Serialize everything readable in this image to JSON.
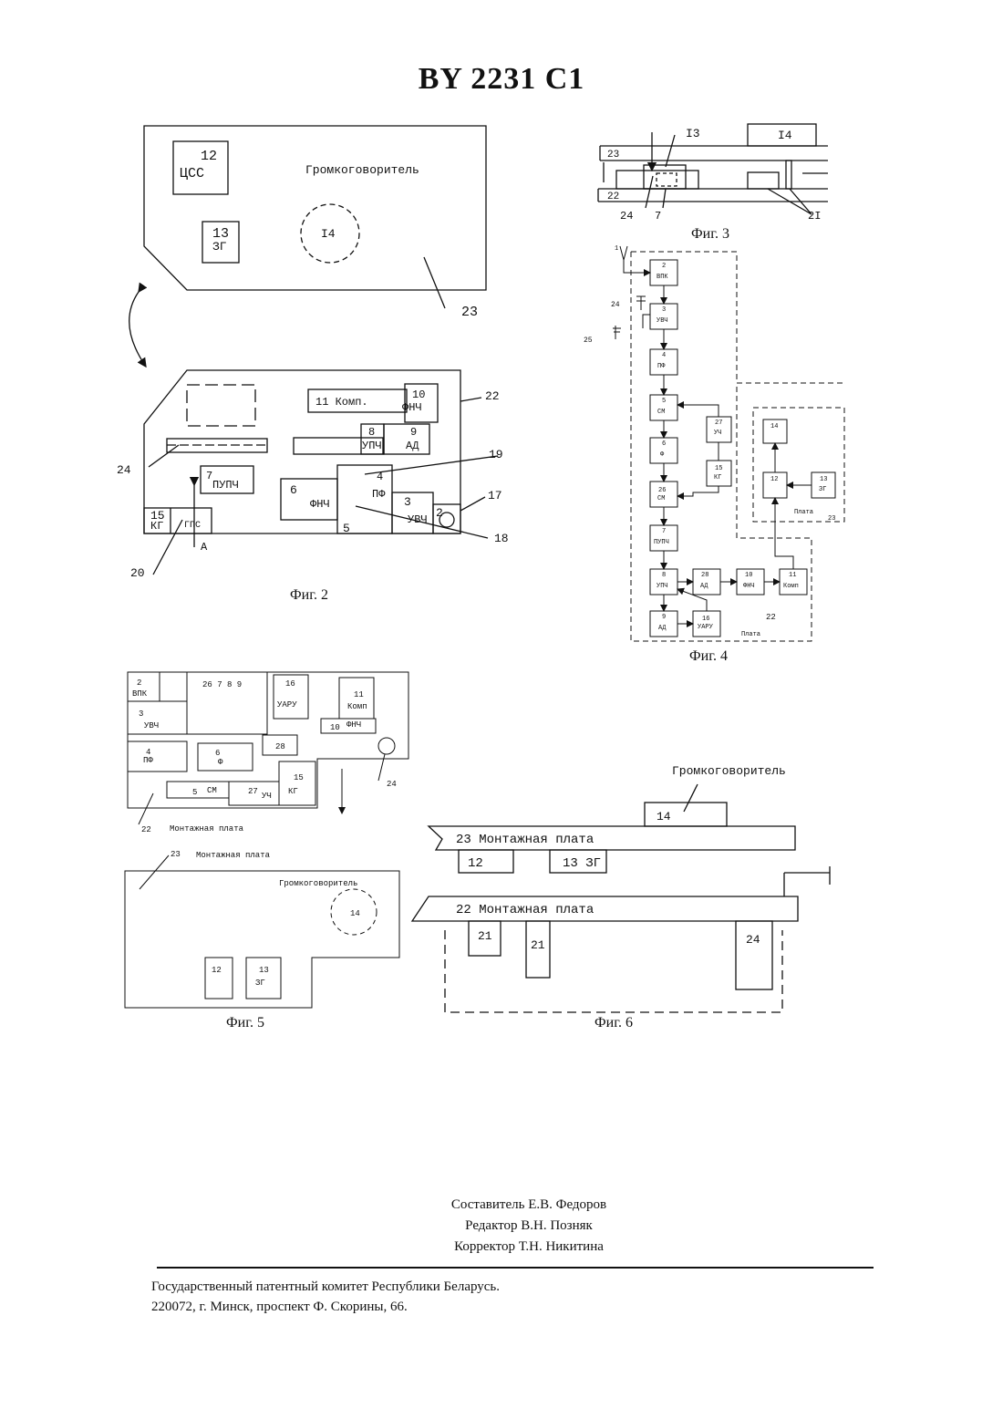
{
  "header": {
    "doc_id": "BY  2231  C1"
  },
  "fig2": {
    "caption": "Фиг. 2",
    "upper": {
      "b12_num": "12",
      "b12_lbl": "ЦСС",
      "speaker": "Громкоговоритель",
      "i14": "I4",
      "b13_num": "13",
      "b13_lbl": "ЗГ",
      "ref23": "23"
    },
    "lower": {
      "b11": "11  Комп.",
      "b10_num": "10",
      "b10_lbl": "ФНЧ",
      "ref22": "22",
      "b8_num": "8",
      "b8_lbl": "УПЧ",
      "b9_num": "9",
      "b9_lbl": "АД",
      "ref24": "24",
      "ref19": "19",
      "b7_num": "7",
      "b7_lbl": "ПУПЧ",
      "b6_num": "6",
      "b6_lbl": "ФНЧ",
      "b4_num": "4",
      "b4_lbl": "ПФ",
      "b3_num": "3",
      "b3_lbl": "УВЧ",
      "b2_num": "2",
      "ref17": "17",
      "b15_num": "15",
      "b15_lbl": "КГ",
      "b16_lbl": "ГПС",
      "b5_num": "5",
      "arrowA": "A",
      "ref18": "18",
      "ref20": "20"
    }
  },
  "fig3": {
    "caption": "Фиг. 3",
    "i13": "I3",
    "i14": "I4",
    "r23": "23",
    "r22": "22",
    "r24": "24",
    "r7": "7",
    "r21": "2I"
  },
  "fig4": {
    "caption": "Фиг. 4",
    "antenna": "1",
    "r24": "24",
    "r25": "25",
    "b2": [
      "2",
      "ВПК"
    ],
    "b3": [
      "3",
      "УВЧ"
    ],
    "b4": [
      "4",
      "ПФ"
    ],
    "b5": [
      "5",
      "СМ"
    ],
    "b6": [
      "6",
      "Ф"
    ],
    "b26": [
      "26",
      "СМ"
    ],
    "b7": [
      "7",
      "ПУПЧ"
    ],
    "b8": [
      "8",
      "УПЧ"
    ],
    "b9": [
      "9",
      "АД"
    ],
    "b27": [
      "27",
      "УЧ"
    ],
    "b15": [
      "15",
      "КГ"
    ],
    "b28": [
      "28",
      "АД"
    ],
    "b10": [
      "10",
      "ФНЧ"
    ],
    "b11": [
      "11",
      "Комп"
    ],
    "b16": [
      "16",
      "УАРУ"
    ],
    "b14": "14",
    "b12": "12",
    "b13": [
      "13",
      "ЗГ"
    ],
    "plata_right": "Плата",
    "plata_right_num": "23",
    "plata_main": "Плата",
    "plata_main_num": "22"
  },
  "fig5": {
    "caption": "Фиг. 5",
    "b2": [
      "2",
      "ВПК"
    ],
    "b26789": "26 7 8 9",
    "b16": [
      "16",
      "УАРУ"
    ],
    "b11": [
      "11",
      "Комп"
    ],
    "b10": [
      "10",
      "ФНЧ"
    ],
    "b3": [
      "3",
      "УВЧ"
    ],
    "b4": [
      "4",
      "ПФ"
    ],
    "b6": [
      "6",
      "Ф"
    ],
    "b28": "28",
    "b15": [
      "15",
      "КГ"
    ],
    "b5": [
      "5",
      "СМ"
    ],
    "b27": [
      "27",
      "УЧ"
    ],
    "r24": "24",
    "board22": [
      "22",
      "Монтажная плата"
    ],
    "board23": [
      "23",
      "Монтажная плата"
    ],
    "speaker": "Громкоговоритель",
    "s14": "14",
    "b12": "12",
    "b13": [
      "13",
      "ЗГ"
    ]
  },
  "fig6": {
    "caption": "Фиг. 6",
    "speaker": "Громкоговоритель",
    "b14": "14",
    "board23": "23  Монтажная плата",
    "b12": "12",
    "b13": "13  ЗГ",
    "board22": "22  Монтажная плата",
    "b21a": "21",
    "b21b": "21",
    "b24": "24"
  },
  "credits": {
    "compiler": "Составитель Е.В. Федоров",
    "editor": "Редактор В.Н. Позняк",
    "corrector": "Корректор Т.Н. Никитина"
  },
  "footer": {
    "line1": "Государственный патентный комитет Республики Беларусь.",
    "line2": "220072, г. Минск, проспект Ф. Скорины, 66."
  }
}
